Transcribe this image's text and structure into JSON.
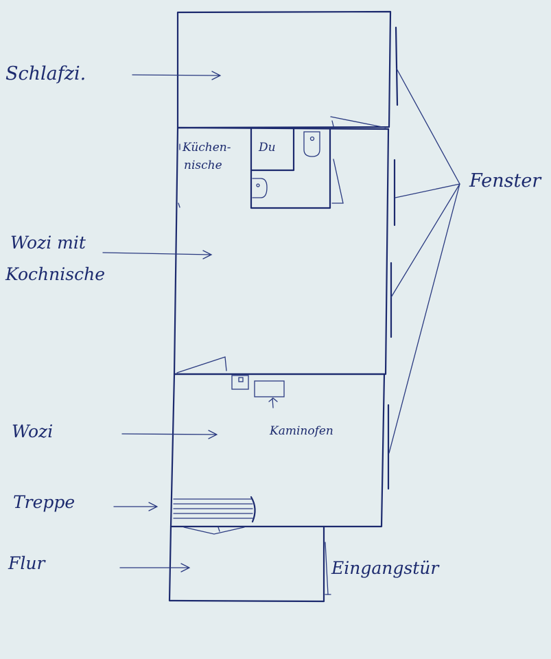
{
  "labels": {
    "schlafzi": "Schlafzi.",
    "kuechen_line1": "Küchen-",
    "kuechen_line2": "nische",
    "du": "Du",
    "wozi_mit_line1": "Wozi mit",
    "wozi_mit_line2": "Kochnische",
    "fenster": "Fenster",
    "wozi": "Wozi",
    "kaminofen": "Kaminofen",
    "treppe": "Treppe",
    "flur": "Flur",
    "eingangstuer": "Eingangstür"
  },
  "colors": {
    "paper": "#e4edef",
    "ink": "#1c2a6e"
  }
}
